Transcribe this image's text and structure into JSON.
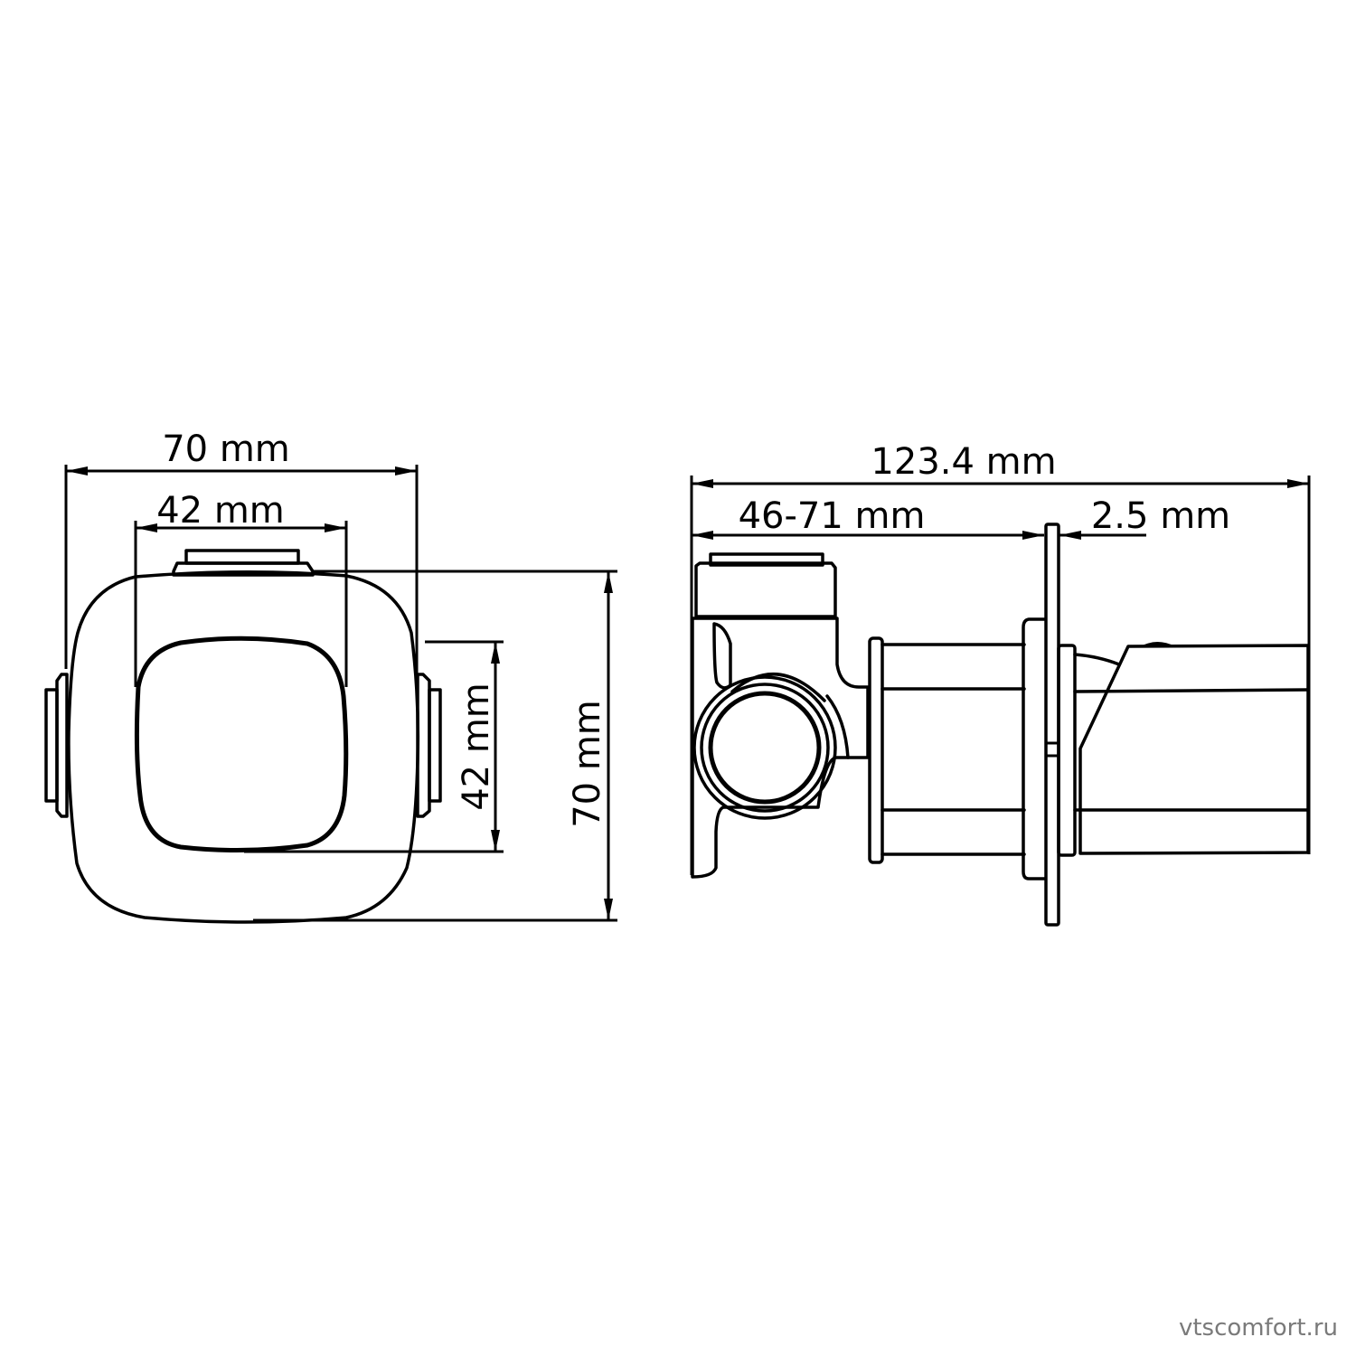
{
  "drawing": {
    "front_view": {
      "width_outer_label": "70 mm",
      "width_inner_label": "42 mm",
      "height_inner_label": "42 mm",
      "height_outer_label": "70 mm"
    },
    "side_view": {
      "total_length_label": "123.4 mm",
      "wall_depth_label": "46-71 mm",
      "plate_thickness_label": "2.5 mm"
    },
    "colors": {
      "line": "#000000",
      "background": "#ffffff",
      "watermark": "#7a7a7a"
    }
  },
  "watermark": "vtscomfort.ru"
}
